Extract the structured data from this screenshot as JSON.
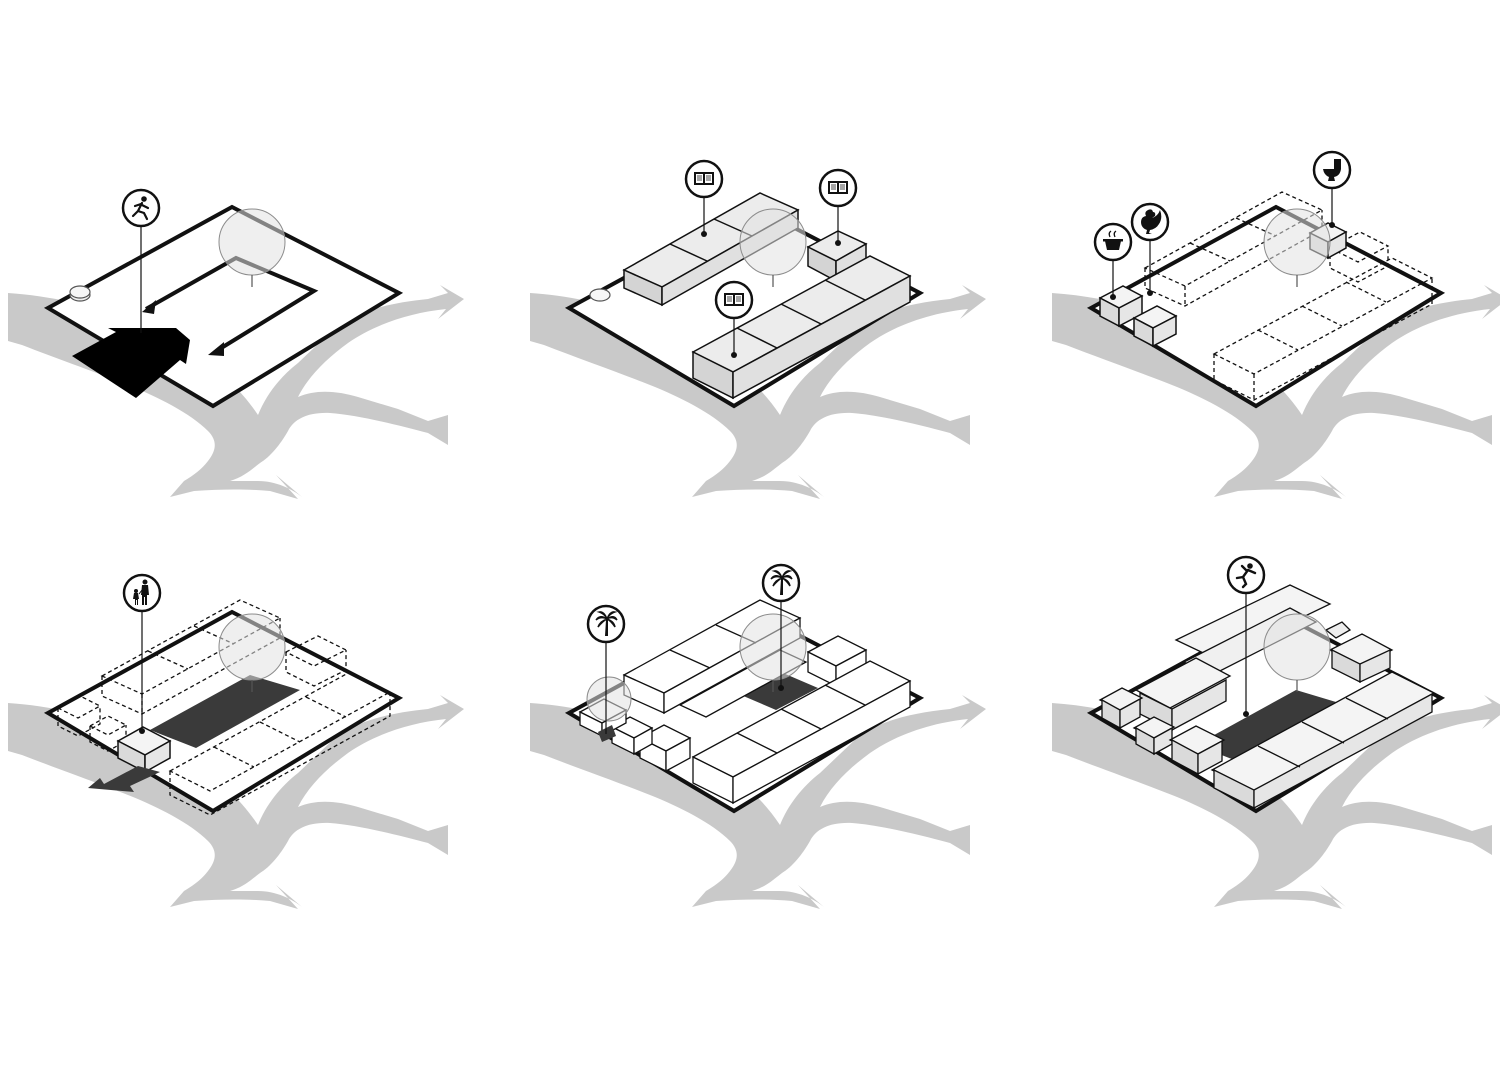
{
  "colors": {
    "line": "#111111",
    "road": "#c9c9c9",
    "box_fill": "#ececec",
    "box_side": "#d4d4d4",
    "courtyard": "#3a3a3a",
    "lens": "rgba(225,225,225,0.55)"
  },
  "panels": [
    {
      "id": "p1",
      "icons": [
        "running-person-icon"
      ],
      "features": [
        "site-boundary",
        "entry-arrow",
        "circulation-path",
        "well"
      ]
    },
    {
      "id": "p2",
      "icons": [
        "book-icon",
        "book-icon",
        "book-icon"
      ],
      "features": [
        "solid-classroom-blocks",
        "well"
      ]
    },
    {
      "id": "p3",
      "icons": [
        "cooking-pot-icon",
        "rooster-icon",
        "toilet-icon"
      ],
      "features": [
        "dashed-blocks",
        "service-huts"
      ]
    },
    {
      "id": "p4",
      "icons": [
        "parent-child-icon"
      ],
      "features": [
        "dashed-blocks",
        "central-courtyard",
        "exit-arrow"
      ]
    },
    {
      "id": "p5",
      "icons": [
        "palm-tree-icon",
        "palm-tree-icon"
      ],
      "features": [
        "outlined-blocks",
        "small-courtyard"
      ]
    },
    {
      "id": "p6",
      "icons": [
        "playing-child-icon"
      ],
      "features": [
        "roofed-blocks",
        "central-courtyard"
      ]
    }
  ]
}
